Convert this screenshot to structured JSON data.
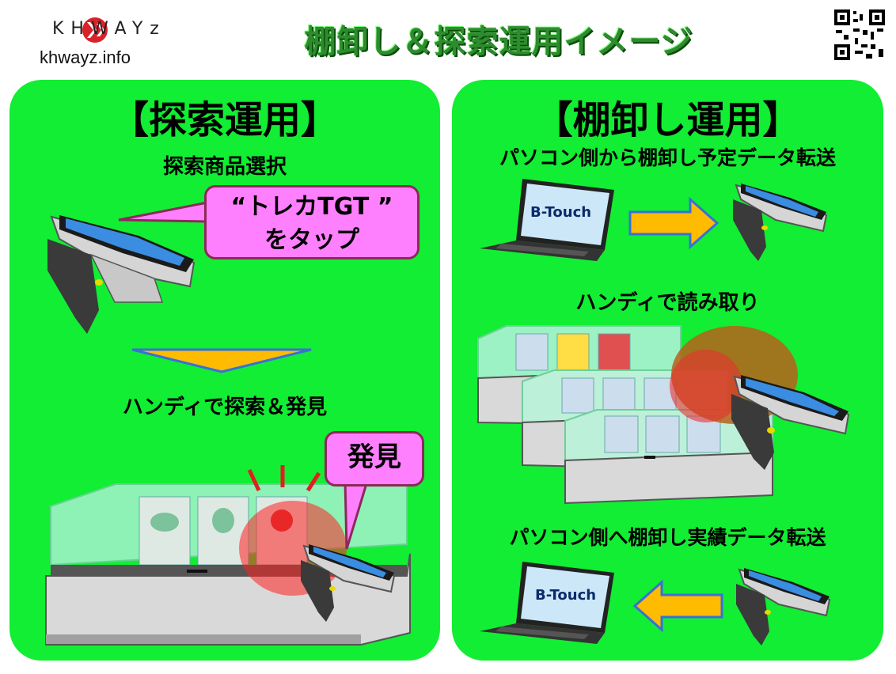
{
  "header": {
    "brand_name": "KHWAYz",
    "brand_url": "khwayz.info",
    "title": "棚卸し＆探索運用イメージ"
  },
  "left_panel": {
    "heading": "【探索運用】",
    "step1": "探索商品選択",
    "bubble_line1": "“トレカTGT ”",
    "bubble_line2": "をタップ",
    "step2": "ハンディで探索＆発見",
    "found_bubble": "発見"
  },
  "right_panel": {
    "heading": "【棚卸し運用】",
    "step1": "パソコン側から棚卸し予定データ転送",
    "laptop_label": "B-Touch",
    "step2": "ハンディで読み取り",
    "step3": "パソコン側へ棚卸し実績データ転送",
    "laptop_label2": "B-Touch"
  },
  "colors": {
    "panel_green": "#11ee33",
    "title_green": "#2e8b2e",
    "bubble_pink": "#ff80ff",
    "arrow_orange": "#ffbb00",
    "arrow_border": "#3a6fd8"
  }
}
